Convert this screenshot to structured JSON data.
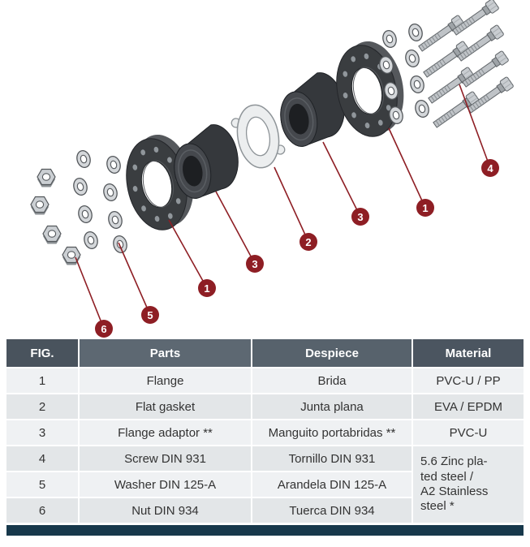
{
  "colors": {
    "callout": "#8e1e24",
    "header-fig": "#49535d",
    "header-parts": "#5d6872",
    "header-despiece": "#57626c",
    "header-material": "#4b5560",
    "footer-bar": "#17384b"
  },
  "diagram": {
    "callouts": [
      {
        "part": "screw",
        "label": "4"
      },
      {
        "part": "flange-right",
        "label": "1"
      },
      {
        "part": "flange-adaptor-right",
        "label": "3"
      },
      {
        "part": "flat-gasket",
        "label": "2"
      },
      {
        "part": "flange-adaptor-left",
        "label": "3"
      },
      {
        "part": "flange-left",
        "label": "1"
      },
      {
        "part": "washer",
        "label": "5"
      },
      {
        "part": "nut",
        "label": "6"
      }
    ]
  },
  "table": {
    "headers": [
      "FIG.",
      "Parts",
      "Despiece",
      "Material"
    ],
    "rows": [
      {
        "fig": "1",
        "part": "Flange",
        "despiece": "Brida",
        "material": "PVC-U / PP"
      },
      {
        "fig": "2",
        "part": "Flat gasket",
        "despiece": "Junta plana",
        "material": "EVA / EPDM"
      },
      {
        "fig": "3",
        "part": "Flange adaptor **",
        "despiece": "Manguito portabridas **",
        "material": "PVC-U"
      },
      {
        "fig": "4",
        "part": "Screw DIN 931",
        "despiece": "Tornillo DIN 931",
        "material": "5.6 Zinc pla-\nted steel /\nA2 Stainless\nsteel *"
      },
      {
        "fig": "5",
        "part": "Washer DIN 125-A",
        "despiece": "Arandela DIN 125-A"
      },
      {
        "fig": "6",
        "part": "Nut DIN 934",
        "despiece": "Tuerca DIN 934"
      }
    ]
  }
}
